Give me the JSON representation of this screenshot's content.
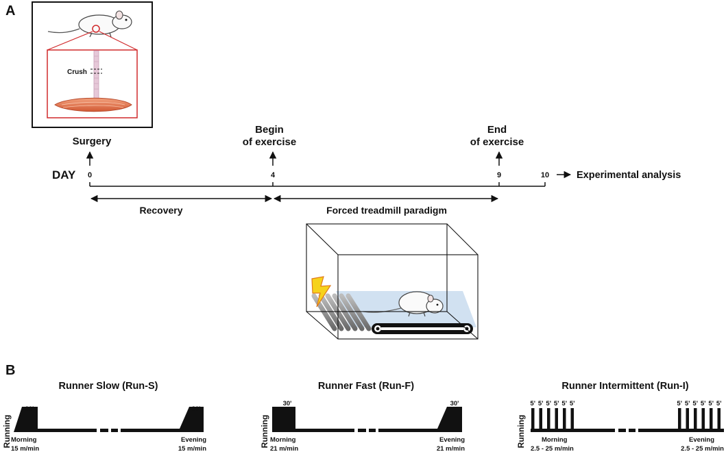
{
  "panel_a": {
    "label": "A",
    "inset": {
      "crush_label": "Crush"
    },
    "timeline": {
      "day_label": "DAY",
      "ticks": [
        "0",
        "4",
        "9",
        "10"
      ],
      "events": {
        "surgery": "Surgery",
        "begin_line1": "Begin",
        "begin_line2": "of exercise",
        "end_line1": "End",
        "end_line2": "of exercise"
      },
      "periods": {
        "recovery": "Recovery",
        "treadmill": "Forced treadmill paradigm"
      },
      "analysis": "Experimental analysis"
    }
  },
  "panel_b": {
    "label": "B",
    "y_label": "Running",
    "protocols": [
      {
        "title": "Runner Slow (Run-S)",
        "morning_duration": "30'",
        "evening_duration": "30'",
        "morning_label": "Morning",
        "morning_speed": "15 m/min",
        "evening_label": "Evening",
        "evening_speed": "15 m/min"
      },
      {
        "title": "Runner Fast (Run-F)",
        "morning_duration": "30'",
        "evening_duration": "30'",
        "morning_label": "Morning",
        "morning_speed": "21 m/min",
        "evening_label": "Evening",
        "evening_speed": "21 m/min"
      },
      {
        "title": "Runner Intermittent (Run-I)",
        "bout_label": "5'",
        "morning_label": "Morning",
        "morning_speed": "2.5 - 25 m/min",
        "evening_label": "Evening",
        "evening_speed": "2.5 - 25 m/min"
      }
    ]
  },
  "colors": {
    "crush_box": "#d0282a",
    "muscle": "#e07a55",
    "nerve": "#e6c8d8",
    "lightning": "#f6d21b",
    "belt_surface": "#c9dcef"
  }
}
